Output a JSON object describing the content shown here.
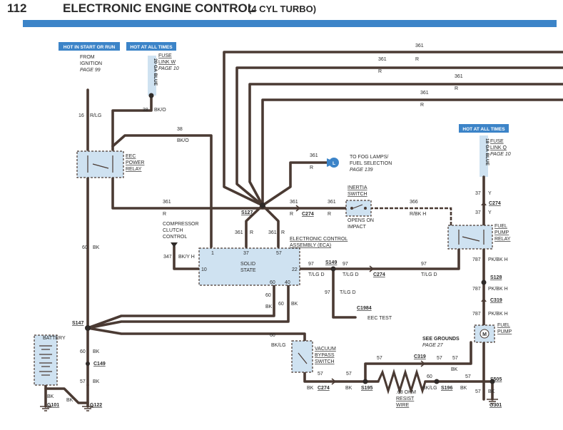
{
  "page": {
    "number": "112",
    "title": "ELECTRONIC ENGINE CONTROL",
    "subtitle": "(4 CYL TURBO)"
  },
  "colors": {
    "accent_blue": "#3c84c8",
    "light_blue": "#cfe2f1",
    "wire": "#4a3a33"
  },
  "tags": {
    "hot_start_run": "HOT IN START OR RUN",
    "hot_all_times_1": "HOT AT ALL TIMES",
    "hot_all_times_2": "HOT AT ALL TIMES"
  },
  "labels": {
    "from": "FROM",
    "ignition": "IGNITION",
    "page99": "PAGE 99",
    "fuse_w1": "FUSE",
    "fuse_w2": "LINK W",
    "page10a": "PAGE 10",
    "fuse_w_strip": "20 GA BLUE",
    "fuse_q1": "FUSE",
    "fuse_q2": "LINK Q",
    "page10b": "PAGE 10",
    "fuse_q_strip": "18 GA BLUE",
    "w16": "16",
    "w16c": "R/LG",
    "w38a": "38",
    "w38ac": "BK/O",
    "w38b": "38",
    "w38bc": "BK/O",
    "eec1": "EEC",
    "eec2": "POWER",
    "eec3": "RELAY",
    "w361a": "361",
    "w361ar": "R",
    "w361b": "361",
    "w361br": "R",
    "w361c": "361",
    "w361cr": "R",
    "w361d": "361",
    "w361dr": "R",
    "w361e": "361",
    "w361er": "R",
    "w361f": "361",
    "w361fr": "R",
    "w361g": "361",
    "w361gr": "R",
    "w361h": "361",
    "w361hr": "R",
    "w361i": "361",
    "w361ir": "R",
    "w361j": "361",
    "w361jr": "R",
    "fog1": "TO FOG LAMPS/",
    "fog2": "FUEL SELECTION",
    "fog3": "PAGE 139",
    "fog_badge": "L",
    "s127": "S127",
    "c274a": "C274",
    "inertia1": "INERTIA",
    "inertia2": "SWITCH",
    "inertia3": "OPENS ON",
    "inertia4": "IMPACT",
    "w366": "366",
    "w366c": "R/BK H",
    "w37a": "37",
    "w37ac": "Y",
    "c274b": "C274",
    "w37b": "37",
    "w37bc": "Y",
    "fpr1": "FUEL",
    "fpr2": "PUMP",
    "fpr3": "RELAY",
    "comp1": "COMPRESSOR",
    "comp2": "CLUTCH",
    "comp3": "CONTROL",
    "eca1": "ELECTRONIC CONTROL",
    "eca2": "ASSEMBLY (ECA)",
    "w60a": "60",
    "w60ac": "BK",
    "w347": "347",
    "w347c": "BK/Y H",
    "pin1": "1",
    "pin37": "37",
    "pin57": "57",
    "pin10": "10",
    "pin22": "22",
    "pin60": "60",
    "pin40": "40",
    "solid1": "SOLID",
    "solid2": "STATE",
    "s149": "S149",
    "w97a": "97",
    "w97ac": "T/LG D",
    "w97b": "97",
    "w97bc": "T/LG D",
    "c274c": "C274",
    "w97c": "97",
    "w97cc": "T/LG D",
    "w97d": "97",
    "w97dc": "T/LG D",
    "c1984": "C1984",
    "eectest": "EEC TEST",
    "w787a": "787",
    "w787ac": "PK/BK H",
    "s128": "S128",
    "w787b": "787",
    "w787bc": "PK/BK H",
    "c319a": "C319",
    "w787c": "787",
    "w787cc": "PK/BK H",
    "fp1": "FUEL",
    "fp2": "PUMP",
    "w60b": "60",
    "w60bc": "BK",
    "w60c": "60",
    "w60cc": "BK",
    "s147": "S147",
    "battery": "BATTERY",
    "w60d": "60",
    "w60dc": "BK",
    "c149": "C149",
    "w57a": "57",
    "w57ac": "BK",
    "w60e": "60",
    "w60ec": "BK/LG",
    "vb1": "VACUUM",
    "vb2": "BYPASS",
    "vb3": "SWITCH",
    "grounds1": "SEE GROUNDS",
    "grounds2": "PAGE 27",
    "w57b": "57",
    "c319b": "C319",
    "w57c": "57",
    "w57d": "57",
    "w57e": "57",
    "c274d": "C274",
    "w57f": "57",
    "w57fc": "BK",
    "bk_a": "BK",
    "s195": "S195",
    "bk_b": "BK",
    "w60f": "60",
    "w60fc": "BK/LG",
    "s196": "S196",
    "bk_c": "BK",
    "w57g": "57",
    "s505": "S505",
    "resist1": ".68 OHM",
    "resist2": "RESIST",
    "resist3": "WIRE",
    "w57h": "57",
    "w57hc": "BK",
    "g301": "G301",
    "bk_g101": "BK",
    "g101": "G101",
    "bk_g122": "BK",
    "g122": "G122"
  }
}
